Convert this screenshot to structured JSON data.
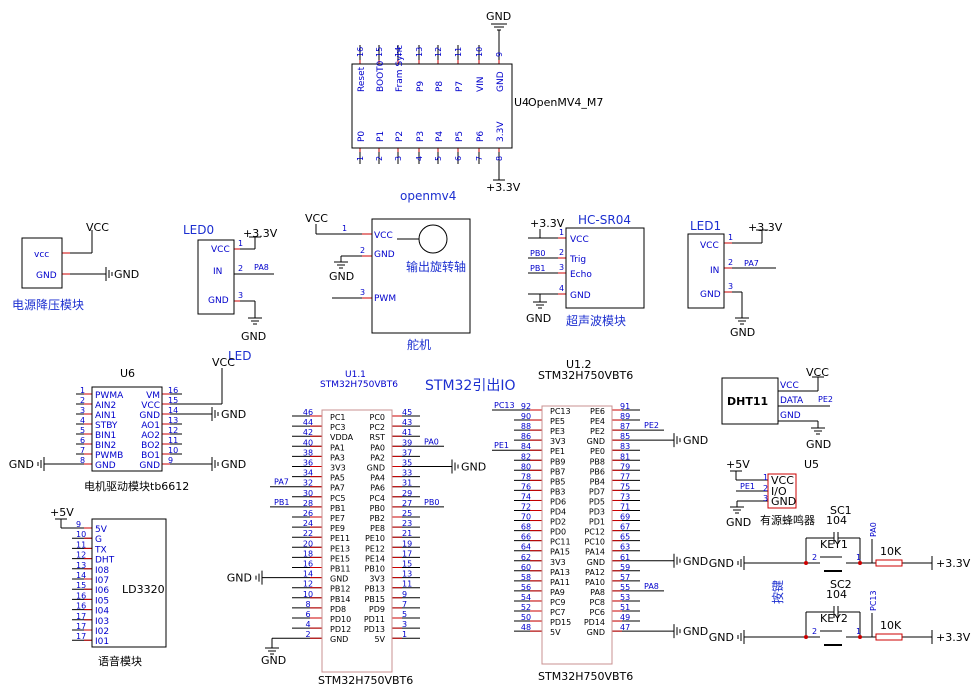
{
  "sheet_title": "STM32引出IO",
  "power": {
    "gnd": "GND",
    "v33": "+3.3V",
    "vcc": "VCC",
    "v5": "+5V"
  },
  "openmv": {
    "designator": "U4",
    "part": "OpenMV4_M7",
    "caption": "openmv4",
    "top_pins": [
      {
        "num": "16",
        "name": "Reset"
      },
      {
        "num": "15",
        "name": "BOOT0"
      },
      {
        "num": "14",
        "name": "Fram Sync"
      },
      {
        "num": "13",
        "name": "P9"
      },
      {
        "num": "12",
        "name": "P8"
      },
      {
        "num": "11",
        "name": "P7"
      },
      {
        "num": "10",
        "name": "VIN"
      },
      {
        "num": "9",
        "name": "GND"
      }
    ],
    "bottom_pins": [
      {
        "num": "1",
        "name": "P0"
      },
      {
        "num": "2",
        "name": "P1"
      },
      {
        "num": "3",
        "name": "P2"
      },
      {
        "num": "4",
        "name": "P3"
      },
      {
        "num": "5",
        "name": "P4"
      },
      {
        "num": "6",
        "name": "P5"
      },
      {
        "num": "7",
        "name": "P6"
      },
      {
        "num": "8",
        "name": "3.3V"
      }
    ]
  },
  "power_module": {
    "caption": "电源降压模块",
    "pins": [
      {
        "name": "vcc"
      },
      {
        "name": "GND"
      }
    ]
  },
  "led0": {
    "title": "LED0",
    "caption": "LED",
    "net": "PA8",
    "pins": [
      {
        "num": "1",
        "name": "VCC"
      },
      {
        "num": "2",
        "name": "IN"
      },
      {
        "num": "3",
        "name": "GND"
      }
    ]
  },
  "servo": {
    "caption": "舵机",
    "shaft_label": "输出旋转轴",
    "pins": [
      {
        "num": "1",
        "name": "VCC"
      },
      {
        "num": "2",
        "name": "GND"
      },
      {
        "num": "3",
        "name": "PWM"
      }
    ]
  },
  "hcsr04": {
    "title": "HC-SR04",
    "caption": "超声波模块",
    "pins": [
      {
        "num": "1",
        "name": "VCC",
        "net": ""
      },
      {
        "num": "2",
        "name": "Trig",
        "net": "PB0"
      },
      {
        "num": "3",
        "name": "Echo",
        "net": "PB1"
      },
      {
        "num": "4",
        "name": "GND",
        "net": ""
      }
    ]
  },
  "led1": {
    "title": "LED1",
    "net": "PA7",
    "pins": [
      {
        "num": "1",
        "name": "VCC"
      },
      {
        "num": "2",
        "name": "IN"
      },
      {
        "num": "3",
        "name": "GND"
      }
    ]
  },
  "motor_driver": {
    "designator": "U6",
    "caption": "电机驱动模块tb6612",
    "left_pins": [
      {
        "num": "1",
        "name": "PWMA"
      },
      {
        "num": "2",
        "name": "AIN2"
      },
      {
        "num": "3",
        "name": "AIN1"
      },
      {
        "num": "4",
        "name": "STBY"
      },
      {
        "num": "5",
        "name": "BIN1"
      },
      {
        "num": "6",
        "name": "BIN2"
      },
      {
        "num": "7",
        "name": "PWMB"
      },
      {
        "num": "8",
        "name": "GND"
      }
    ],
    "right_pins": [
      {
        "num": "16",
        "name": "VM"
      },
      {
        "num": "15",
        "name": "VCC"
      },
      {
        "num": "14",
        "name": "GND"
      },
      {
        "num": "13",
        "name": "AO1"
      },
      {
        "num": "12",
        "name": "AO2"
      },
      {
        "num": "11",
        "name": "BO2"
      },
      {
        "num": "10",
        "name": "BO1"
      },
      {
        "num": "9",
        "name": "GND"
      }
    ]
  },
  "ld3320": {
    "part": "LD3320",
    "caption": "语音模块",
    "pins": [
      {
        "num": "9",
        "name": "5V"
      },
      {
        "num": "10",
        "name": "G"
      },
      {
        "num": "11",
        "name": "TX"
      },
      {
        "num": "12",
        "name": "DHT"
      },
      {
        "num": "13",
        "name": "I08"
      },
      {
        "num": "14",
        "name": "I07"
      },
      {
        "num": "15",
        "name": "I06"
      },
      {
        "num": "16",
        "name": "I05"
      },
      {
        "num": "16",
        "name": "I04"
      },
      {
        "num": "17",
        "name": "I03"
      },
      {
        "num": "17",
        "name": "I02"
      },
      {
        "num": "17",
        "name": "I01"
      }
    ]
  },
  "u11": {
    "designator": "U1.1",
    "part": "STM32H750VBT6",
    "left": [
      {
        "num": "46",
        "name": "PC1",
        "net": ""
      },
      {
        "num": "44",
        "name": "PC3",
        "net": ""
      },
      {
        "num": "42",
        "name": "VDDA",
        "net": ""
      },
      {
        "num": "40",
        "name": "PA1",
        "net": ""
      },
      {
        "num": "38",
        "name": "PA3",
        "net": ""
      },
      {
        "num": "36",
        "name": "3V3",
        "net": ""
      },
      {
        "num": "34",
        "name": "PA5",
        "net": ""
      },
      {
        "num": "32",
        "name": "PA7",
        "net": "PA7"
      },
      {
        "num": "30",
        "name": "PC5",
        "net": ""
      },
      {
        "num": "28",
        "name": "PB1",
        "net": "PB1"
      },
      {
        "num": "26",
        "name": "PE7",
        "net": ""
      },
      {
        "num": "24",
        "name": "PE9",
        "net": ""
      },
      {
        "num": "22",
        "name": "PE11",
        "net": ""
      },
      {
        "num": "20",
        "name": "PE13",
        "net": ""
      },
      {
        "num": "18",
        "name": "PE15",
        "net": ""
      },
      {
        "num": "16",
        "name": "PB11",
        "net": ""
      },
      {
        "num": "14",
        "name": "GND",
        "net": ""
      },
      {
        "num": "12",
        "name": "PB12",
        "net": ""
      },
      {
        "num": "10",
        "name": "PB14",
        "net": ""
      },
      {
        "num": "8",
        "name": "PD8",
        "net": ""
      },
      {
        "num": "6",
        "name": "PD10",
        "net": ""
      },
      {
        "num": "4",
        "name": "PD12",
        "net": ""
      },
      {
        "num": "2",
        "name": "GND",
        "net": ""
      }
    ],
    "right": [
      {
        "num": "45",
        "name": "PC0",
        "net": ""
      },
      {
        "num": "43",
        "name": "PC2",
        "net": ""
      },
      {
        "num": "41",
        "name": "RST",
        "net": ""
      },
      {
        "num": "39",
        "name": "PA0",
        "net": "PA0"
      },
      {
        "num": "37",
        "name": "PA2",
        "net": ""
      },
      {
        "num": "35",
        "name": "GND",
        "net": ""
      },
      {
        "num": "33",
        "name": "PA4",
        "net": ""
      },
      {
        "num": "31",
        "name": "PA6",
        "net": ""
      },
      {
        "num": "29",
        "name": "PC4",
        "net": ""
      },
      {
        "num": "27",
        "name": "PB0",
        "net": "PB0"
      },
      {
        "num": "25",
        "name": "PB2",
        "net": ""
      },
      {
        "num": "23",
        "name": "PE8",
        "net": ""
      },
      {
        "num": "21",
        "name": "PE10",
        "net": ""
      },
      {
        "num": "19",
        "name": "PE12",
        "net": ""
      },
      {
        "num": "17",
        "name": "PE14",
        "net": ""
      },
      {
        "num": "15",
        "name": "PB10",
        "net": ""
      },
      {
        "num": "13",
        "name": "3V3",
        "net": ""
      },
      {
        "num": "11",
        "name": "PB13",
        "net": ""
      },
      {
        "num": "9",
        "name": "PB15",
        "net": ""
      },
      {
        "num": "7",
        "name": "PD9",
        "net": ""
      },
      {
        "num": "5",
        "name": "PD11",
        "net": ""
      },
      {
        "num": "3",
        "name": "PD13",
        "net": ""
      },
      {
        "num": "1",
        "name": "5V",
        "net": ""
      }
    ]
  },
  "u12": {
    "designator": "U1.2",
    "part": "STM32H750VBT6",
    "left": [
      {
        "num": "92",
        "name": "PC13",
        "net": "PC13"
      },
      {
        "num": "90",
        "name": "PE5",
        "net": ""
      },
      {
        "num": "88",
        "name": "PE3",
        "net": ""
      },
      {
        "num": "86",
        "name": "3V3",
        "net": ""
      },
      {
        "num": "84",
        "name": "PE1",
        "net": "PE1"
      },
      {
        "num": "82",
        "name": "PB9",
        "net": ""
      },
      {
        "num": "80",
        "name": "PB7",
        "net": ""
      },
      {
        "num": "78",
        "name": "PB5",
        "net": ""
      },
      {
        "num": "76",
        "name": "PB3",
        "net": ""
      },
      {
        "num": "74",
        "name": "PD6",
        "net": ""
      },
      {
        "num": "72",
        "name": "PD4",
        "net": ""
      },
      {
        "num": "70",
        "name": "PD2",
        "net": ""
      },
      {
        "num": "68",
        "name": "PD0",
        "net": ""
      },
      {
        "num": "66",
        "name": "PC11",
        "net": ""
      },
      {
        "num": "64",
        "name": "PA15",
        "net": ""
      },
      {
        "num": "62",
        "name": "3V3",
        "net": ""
      },
      {
        "num": "60",
        "name": "PA13",
        "net": ""
      },
      {
        "num": "58",
        "name": "PA11",
        "net": ""
      },
      {
        "num": "56",
        "name": "PA9",
        "net": ""
      },
      {
        "num": "54",
        "name": "PC9",
        "net": ""
      },
      {
        "num": "52",
        "name": "PC7",
        "net": ""
      },
      {
        "num": "50",
        "name": "PD15",
        "net": ""
      },
      {
        "num": "48",
        "name": "5V",
        "net": ""
      }
    ],
    "right": [
      {
        "num": "91",
        "name": "PE6",
        "net": ""
      },
      {
        "num": "89",
        "name": "PE4",
        "net": ""
      },
      {
        "num": "87",
        "name": "PE2",
        "net": "PE2"
      },
      {
        "num": "85",
        "name": "GND",
        "net": ""
      },
      {
        "num": "83",
        "name": "PE0",
        "net": ""
      },
      {
        "num": "81",
        "name": "PB8",
        "net": ""
      },
      {
        "num": "79",
        "name": "PB6",
        "net": ""
      },
      {
        "num": "77",
        "name": "PB4",
        "net": ""
      },
      {
        "num": "75",
        "name": "PD7",
        "net": ""
      },
      {
        "num": "73",
        "name": "PD5",
        "net": ""
      },
      {
        "num": "71",
        "name": "PD3",
        "net": ""
      },
      {
        "num": "69",
        "name": "PD1",
        "net": ""
      },
      {
        "num": "67",
        "name": "PC12",
        "net": ""
      },
      {
        "num": "65",
        "name": "PC10",
        "net": ""
      },
      {
        "num": "63",
        "name": "PA14",
        "net": ""
      },
      {
        "num": "61",
        "name": "GND",
        "net": ""
      },
      {
        "num": "59",
        "name": "PA12",
        "net": ""
      },
      {
        "num": "57",
        "name": "PA10",
        "net": ""
      },
      {
        "num": "55",
        "name": "PA8",
        "net": "PA8"
      },
      {
        "num": "53",
        "name": "PC8",
        "net": ""
      },
      {
        "num": "51",
        "name": "PC6",
        "net": ""
      },
      {
        "num": "49",
        "name": "PD14",
        "net": ""
      },
      {
        "num": "47",
        "name": "GND",
        "net": ""
      }
    ]
  },
  "dht11": {
    "part": "DHT11",
    "net": "PE2",
    "pins": [
      {
        "name": "VCC"
      },
      {
        "name": "DATA"
      },
      {
        "name": "GND"
      }
    ]
  },
  "buzzer": {
    "designator": "U5",
    "caption": "有源蜂鸣器",
    "net": "PE1",
    "pins": [
      {
        "num": "1",
        "name": "VCC"
      },
      {
        "num": "2",
        "name": "I/O"
      },
      {
        "num": "3",
        "name": "GND"
      }
    ]
  },
  "keys": {
    "caption": "按键",
    "items": [
      {
        "designator": "SC1",
        "cap": "104",
        "key": "KEY1",
        "net": "PA0",
        "res": "10K",
        "pin1": "1",
        "pin2": "2"
      },
      {
        "designator": "SC2",
        "cap": "104",
        "key": "KEY2",
        "net": "PC13",
        "res": "10K",
        "pin1": "1",
        "pin2": "2"
      }
    ]
  }
}
